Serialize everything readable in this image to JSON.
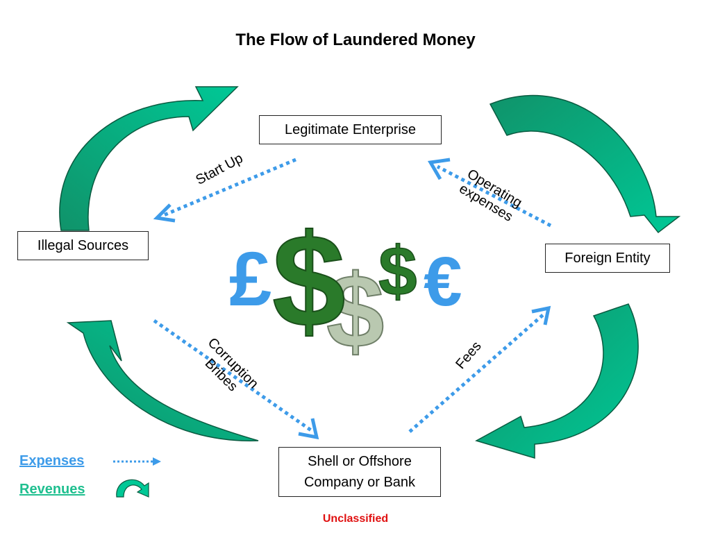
{
  "title": "The Flow of Laundered Money",
  "nodes": {
    "legitimate": "Legitimate Enterprise",
    "illegal": "Illegal Sources",
    "foreign": "Foreign Entity",
    "shell": "Shell or Offshore\nCompany or Bank"
  },
  "edges": {
    "start_up": "Start Up",
    "operating": "Operating\nexpenses",
    "corruption": "Corruption\nBribes",
    "fees": "Fees"
  },
  "legend": {
    "expenses": "Expenses",
    "revenues": "Revenues"
  },
  "footer": "Unclassified",
  "currency": {
    "pound": "£",
    "dollar": "$",
    "euro": "€"
  },
  "colors": {
    "expense_arrow": "#3d9be9",
    "revenue_arrow_light": "#00c896",
    "revenue_arrow_dark": "#10936a",
    "currency_blue": "#3d9be9",
    "dollar_green": "#2a7a2a",
    "footer_red": "#e01010"
  },
  "icons": [
    "curved-revenue-arrow",
    "dotted-expense-arrow",
    "currency-symbols"
  ]
}
